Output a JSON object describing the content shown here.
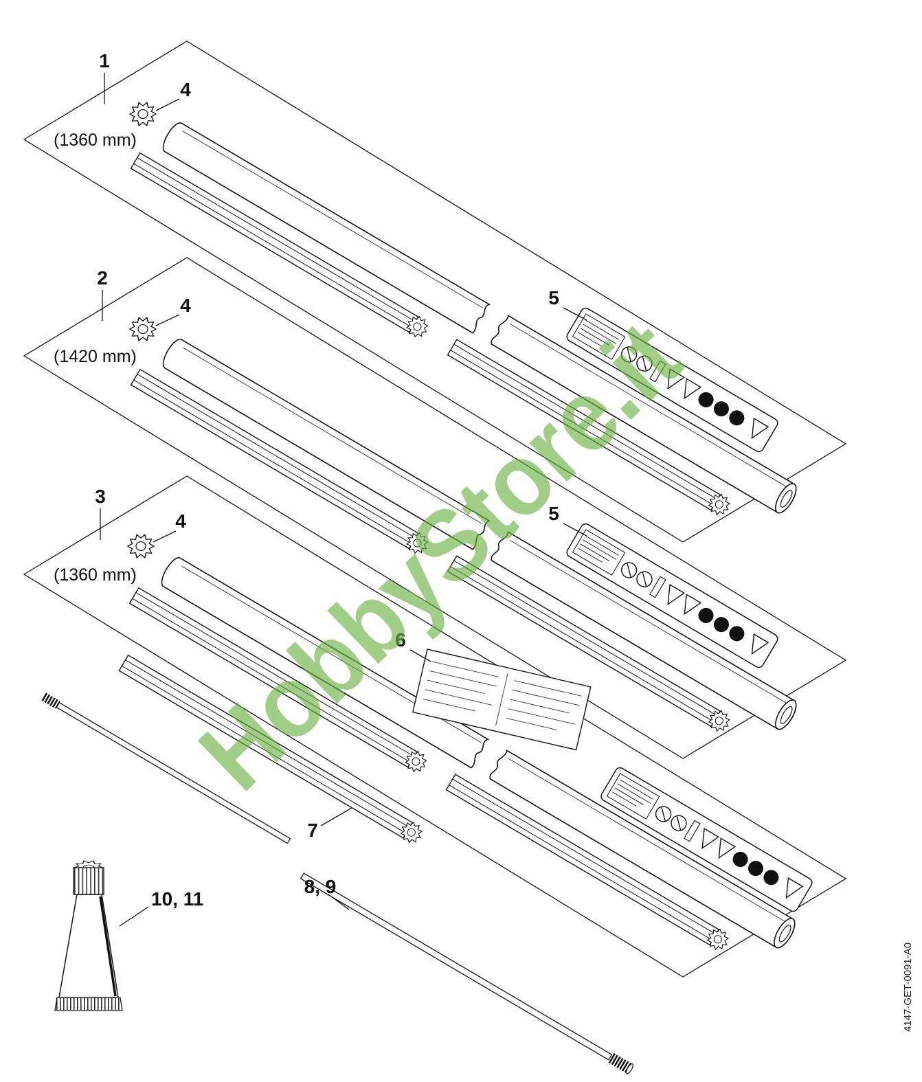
{
  "watermark": {
    "text": "HobbyStore.it",
    "color": "#68b03e"
  },
  "doc_code": "4147-GET-0091-A0",
  "panels": [
    {
      "number": "1",
      "length_label": "(1360 mm)",
      "washer_label": "4",
      "sticker_label": "5"
    },
    {
      "number": "2",
      "length_label": "(1420 mm)",
      "washer_label": "4",
      "sticker_label": "5"
    },
    {
      "number": "3",
      "length_label": "(1360 mm)",
      "washer_label": "4"
    }
  ],
  "callouts": {
    "leaflet": "6",
    "liner_tube": "7",
    "flexible_shaft": "8, 9",
    "grease": "10, 11"
  }
}
